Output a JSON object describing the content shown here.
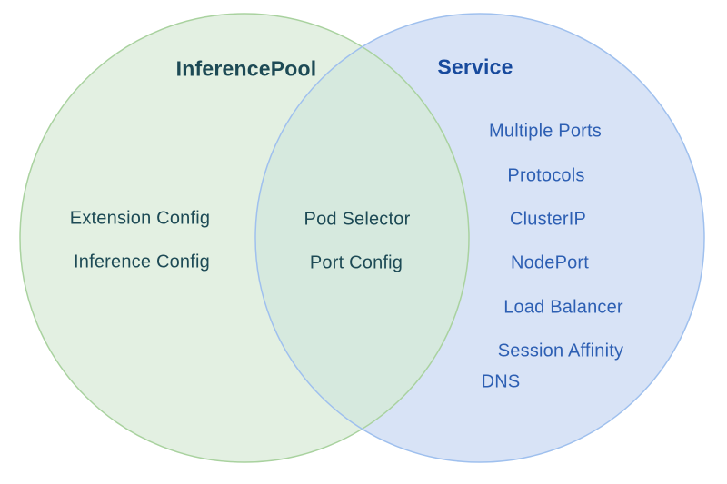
{
  "page": {
    "background": "#ffffff"
  },
  "diagram": {
    "type": "venn",
    "left_circle": {
      "title": "InferencePool",
      "fill": "#e3f0e2",
      "border": "#a9d29f",
      "text_color": "#1d4a55",
      "items": [
        "Extension Config",
        "Inference Config"
      ]
    },
    "intersection": {
      "fill": "#d6e9de",
      "text_color": "#1d4a55",
      "items": [
        "Pod Selector",
        "Port Config"
      ]
    },
    "right_circle": {
      "title": "Service",
      "fill": "#d8e3f6",
      "border": "#9fc0ee",
      "title_color": "#174a9d",
      "text_color": "#2d5fb3",
      "items": [
        "Multiple Ports",
        "Protocols",
        "ClusterIP",
        "NodePort",
        "Load Balancer",
        "Session Affinity",
        "DNS"
      ]
    }
  }
}
